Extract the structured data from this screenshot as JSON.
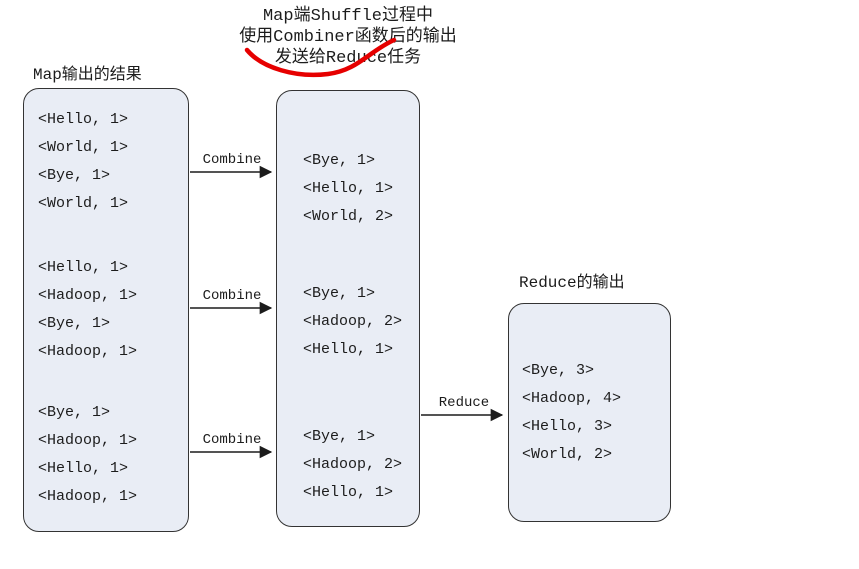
{
  "title": {
    "line1": "Map端Shuffle过程中",
    "line2": "使用Combiner函数后的输出",
    "line3": "发送给Reduce任务"
  },
  "labels": {
    "map_output": "Map输出的结果",
    "reduce_output": "Reduce的输出"
  },
  "arrows": {
    "combine1": "Combine",
    "combine2": "Combine",
    "combine3": "Combine",
    "reduce": "Reduce"
  },
  "boxes": {
    "map_output": {
      "groups": [
        {
          "items": [
            "<Hello, 1>",
            "<World, 1>",
            "<Bye, 1>",
            "<World, 1>"
          ]
        },
        {
          "items": [
            "<Hello, 1>",
            "<Hadoop, 1>",
            "<Bye, 1>",
            "<Hadoop, 1>"
          ]
        },
        {
          "items": [
            "<Bye, 1>",
            "<Hadoop, 1>",
            "<Hello, 1>",
            "<Hadoop, 1>"
          ]
        }
      ]
    },
    "combined": {
      "groups": [
        {
          "items": [
            "<Bye, 1>",
            "<Hello, 1>",
            "<World, 2>"
          ]
        },
        {
          "items": [
            "<Bye, 1>",
            "<Hadoop, 2>",
            "<Hello, 1>"
          ]
        },
        {
          "items": [
            "<Bye, 1>",
            "<Hadoop, 2>",
            "<Hello, 1>"
          ]
        }
      ]
    },
    "reduce_output": {
      "items": [
        "<Bye, 3>",
        "<Hadoop, 4>",
        "<Hello, 3>",
        "<World, 2>"
      ]
    }
  },
  "colors": {
    "box_fill": "#e9edf5",
    "box_border": "#333333",
    "arrow": "#1c1c1c",
    "annotation_red": "#e60000"
  }
}
